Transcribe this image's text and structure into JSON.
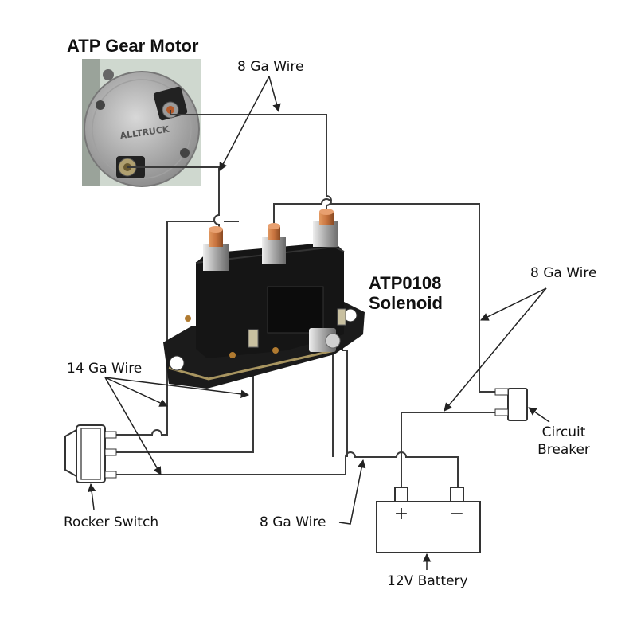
{
  "motor": {
    "title": "ATP Gear Motor",
    "brand_mark": "ALLTRUCK"
  },
  "solenoid": {
    "line1": "ATP0108",
    "line2": "Solenoid"
  },
  "wires": {
    "top_8ga": "8 Ga Wire",
    "right_8ga": "8 Ga Wire",
    "left_14ga": "14 Ga Wire",
    "bottom_8ga": "8 Ga Wire"
  },
  "breaker": {
    "line1": "Circuit",
    "line2": "Breaker"
  },
  "switch": {
    "label": "Rocker Switch"
  },
  "battery": {
    "label": "12V Battery",
    "plus": "+",
    "minus": "−"
  },
  "colors": {
    "wire": "#3a3a3a",
    "solenoid_body": "#151515",
    "copper_terminal": "#c8743f",
    "motor_housing": "#b9b9b9"
  }
}
